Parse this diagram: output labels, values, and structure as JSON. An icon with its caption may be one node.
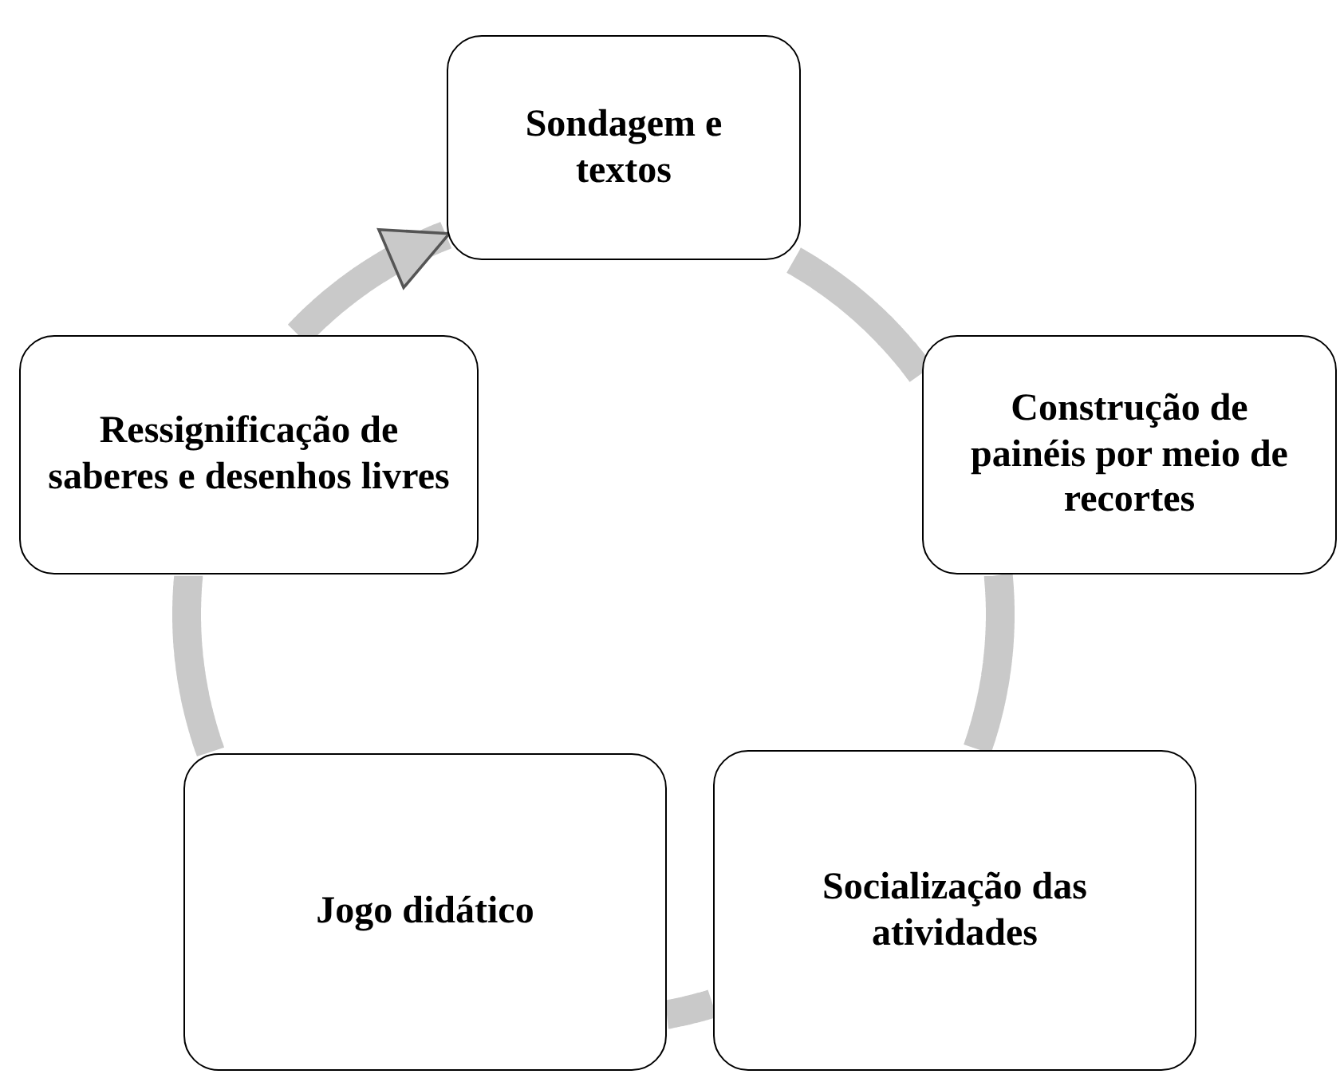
{
  "diagram": {
    "nodes": [
      {
        "text": [
          "Sondagem e textos"
        ]
      },
      {
        "text": [
          "Construção de painéis por meio de recortes"
        ]
      },
      {
        "text": [
          "Socialização das atividades"
        ]
      },
      {
        "text": [
          "Jogo didático"
        ]
      },
      {
        "text": [
          "Ressignificação de saberes e desenhos livres"
        ]
      }
    ],
    "edges": [
      {
        "from": 0,
        "to": 1,
        "arrow": "none"
      },
      {
        "from": 1,
        "to": 2,
        "arrow": "none"
      },
      {
        "from": 2,
        "to": 3,
        "arrow": "none"
      },
      {
        "from": 3,
        "to": 4,
        "arrow": "none"
      },
      {
        "from": 4,
        "to": 0,
        "arrow": "to"
      }
    ]
  }
}
